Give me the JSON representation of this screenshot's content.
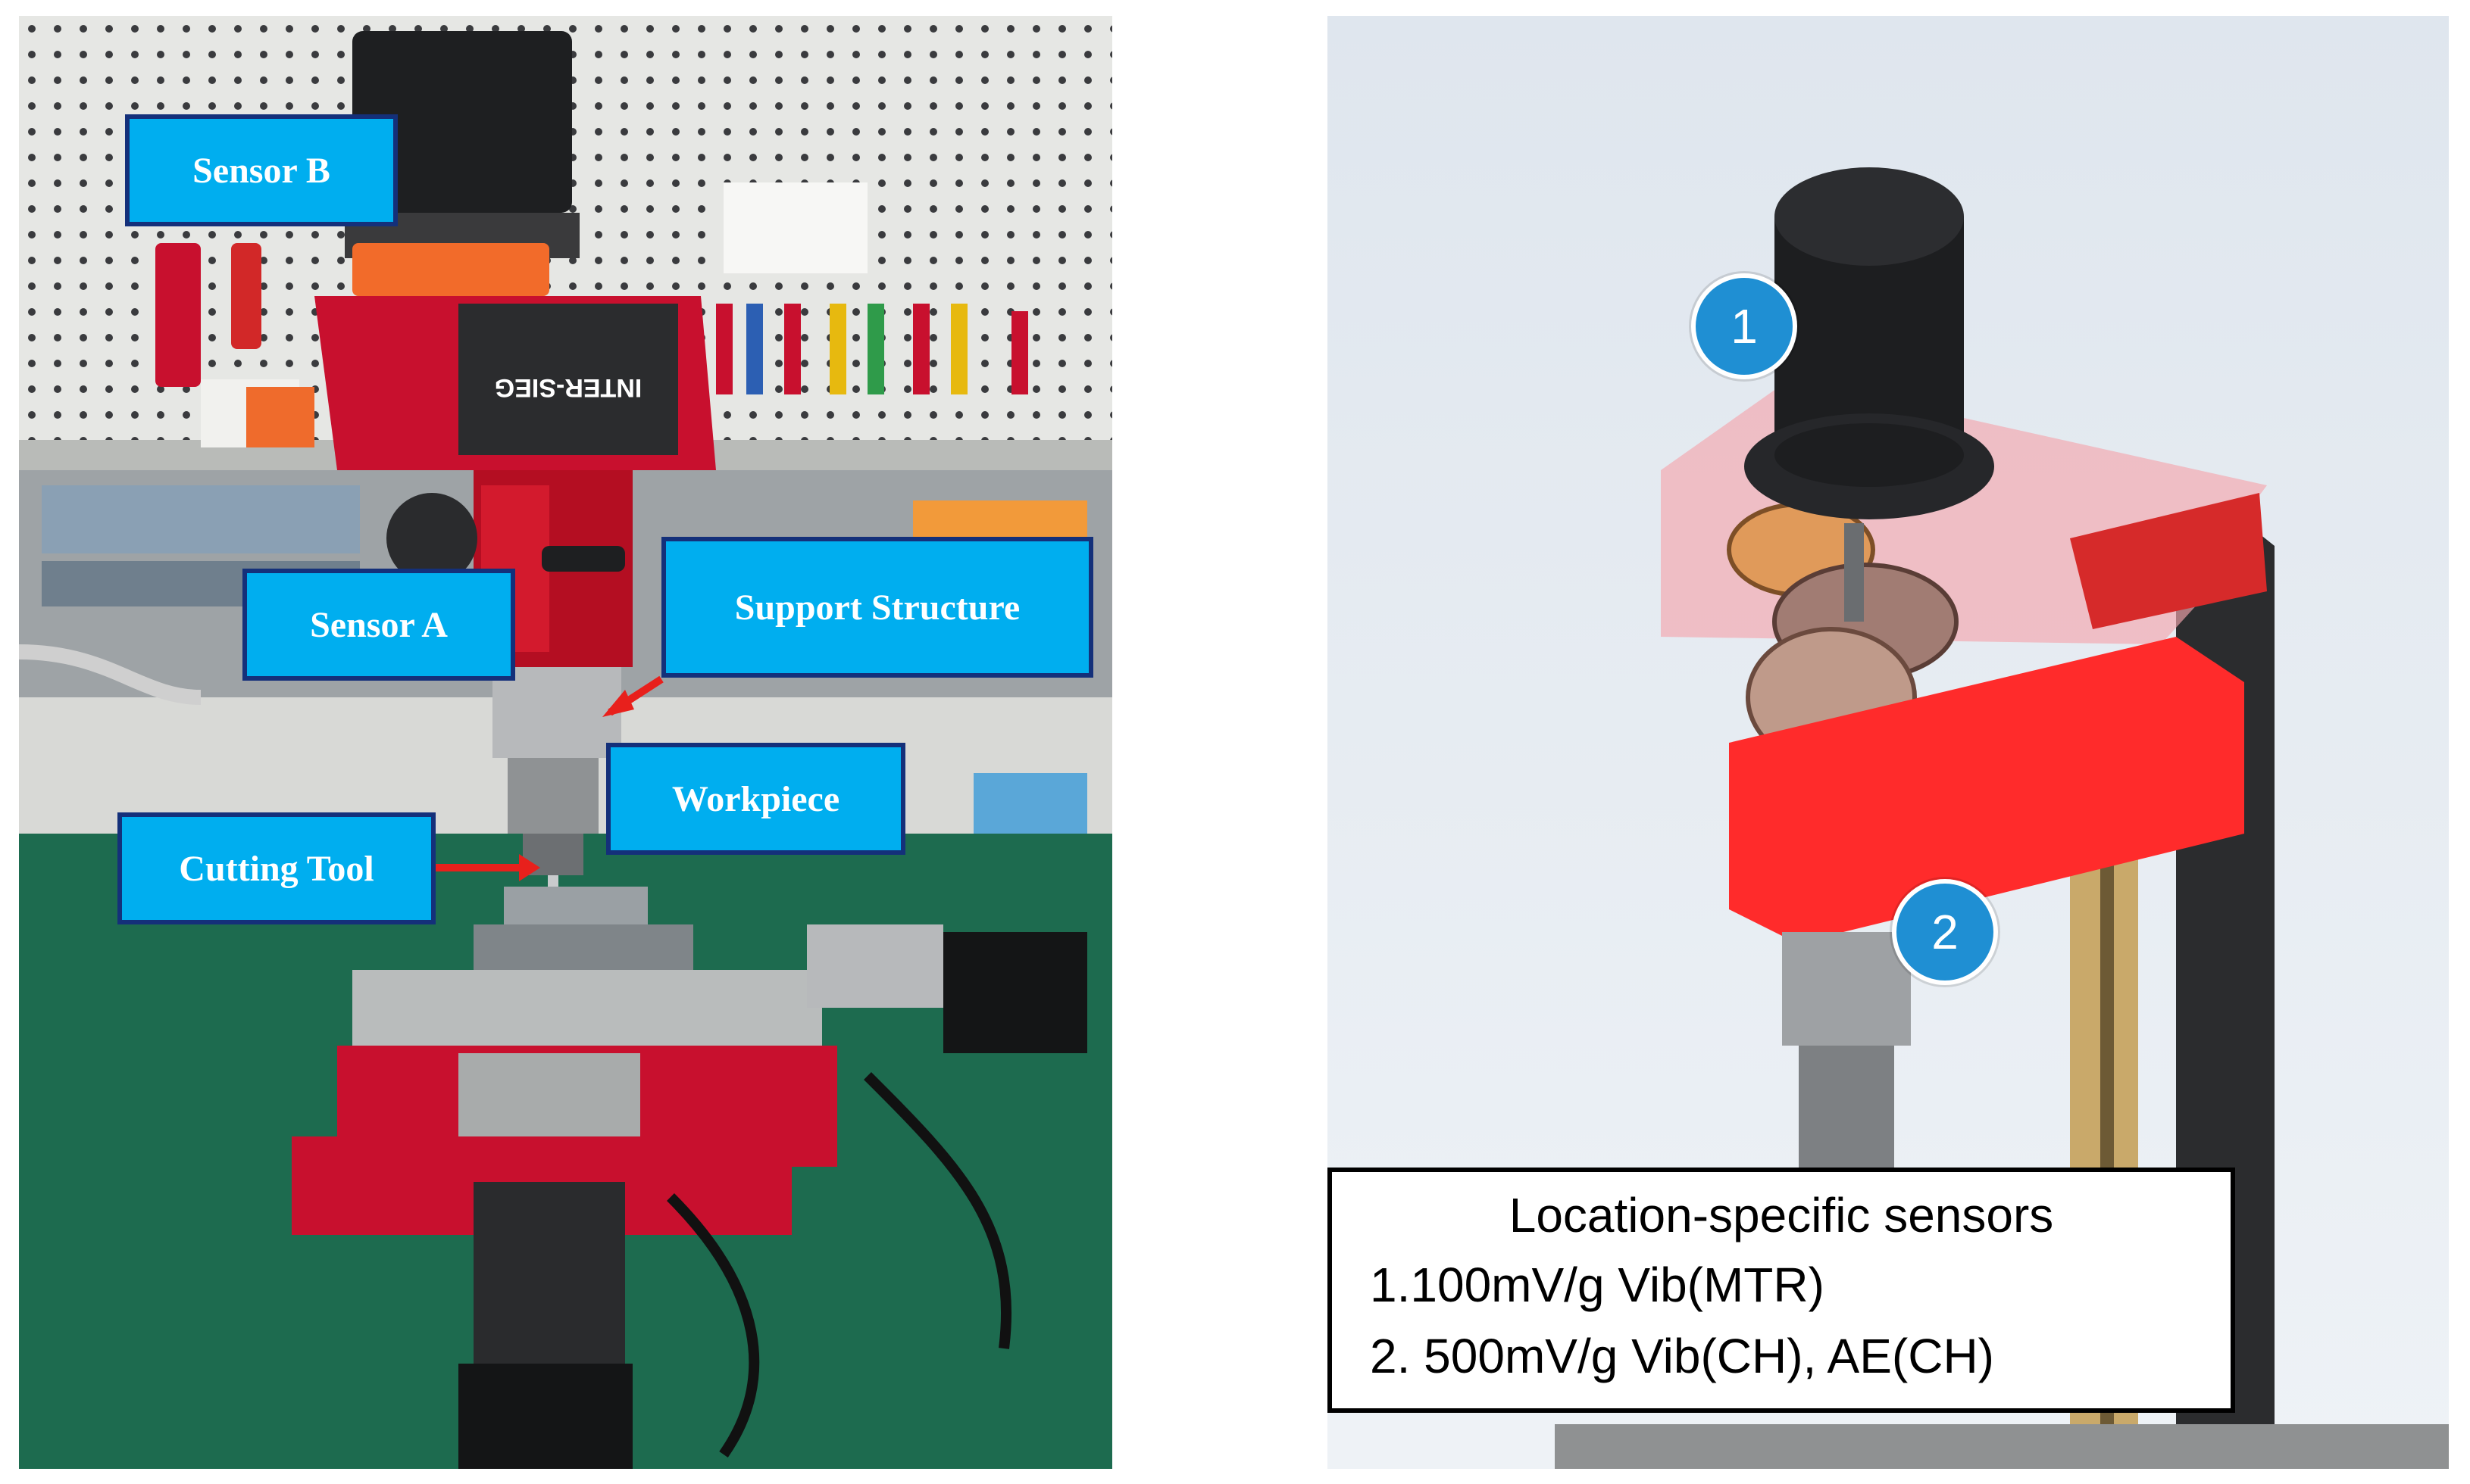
{
  "photo": {
    "callouts": {
      "sensor_b": "Sensor B",
      "sensor_a": "Sensor A",
      "support_structure": "Support Structure",
      "workpiece": "Workpiece",
      "cutting_tool": "Cutting Tool"
    },
    "machine_label": "INTER-SIEG"
  },
  "render": {
    "markers": {
      "one": "1",
      "two": "2"
    },
    "legend": {
      "title": "Location-specific sensors",
      "items": [
        "1.100mV/g Vib(MTR)",
        "2. 500mV/g Vib(CH), AE(CH)"
      ]
    }
  },
  "colors": {
    "callout_fill": "#00aeef",
    "callout_border": "#14307a",
    "arrow": "#e8201c",
    "machine_red": "#c8102e",
    "marker_blue": "#1f8fd3",
    "housing_red": "#ff2b2b"
  }
}
